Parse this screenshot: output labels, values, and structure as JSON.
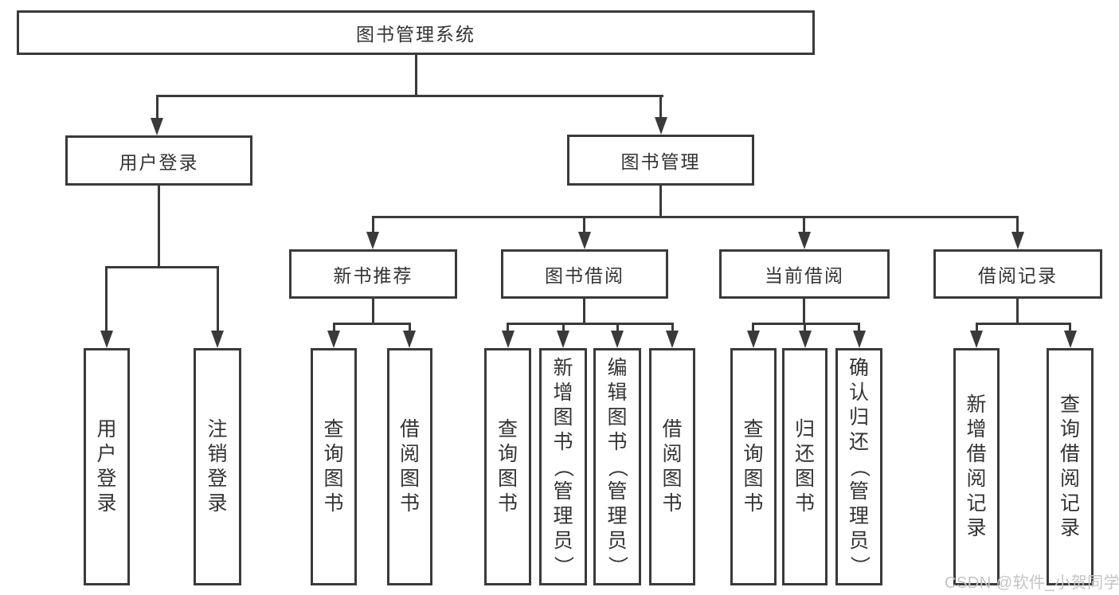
{
  "colors": {
    "line": "#3a3a3a",
    "text": "#333333",
    "watermark": "#c4c4c4",
    "background": "#ffffff"
  },
  "watermark": {
    "text": "CSDN @软件_小贺同学"
  },
  "tree": {
    "root": {
      "label": "图书管理系统"
    },
    "branches": [
      {
        "label": "用户登录",
        "children": [
          {
            "label": "用户登录"
          },
          {
            "label": "注销登录"
          }
        ]
      },
      {
        "label": "图书管理",
        "children": [
          {
            "label": "新书推荐",
            "children": [
              {
                "label": "查询图书"
              },
              {
                "label": "借阅图书"
              }
            ]
          },
          {
            "label": "图书借阅",
            "children": [
              {
                "label": "查询图书"
              },
              {
                "label": "新增图书（管理员）"
              },
              {
                "label": "编辑图书（管理员）"
              },
              {
                "label": "借阅图书"
              }
            ]
          },
          {
            "label": "当前借阅",
            "children": [
              {
                "label": "查询图书"
              },
              {
                "label": "归还图书"
              },
              {
                "label": "确认归还（管理员）"
              }
            ]
          },
          {
            "label": "借阅记录",
            "children": [
              {
                "label": "新增借阅记录"
              },
              {
                "label": "查询借阅记录"
              }
            ]
          }
        ]
      }
    ]
  }
}
